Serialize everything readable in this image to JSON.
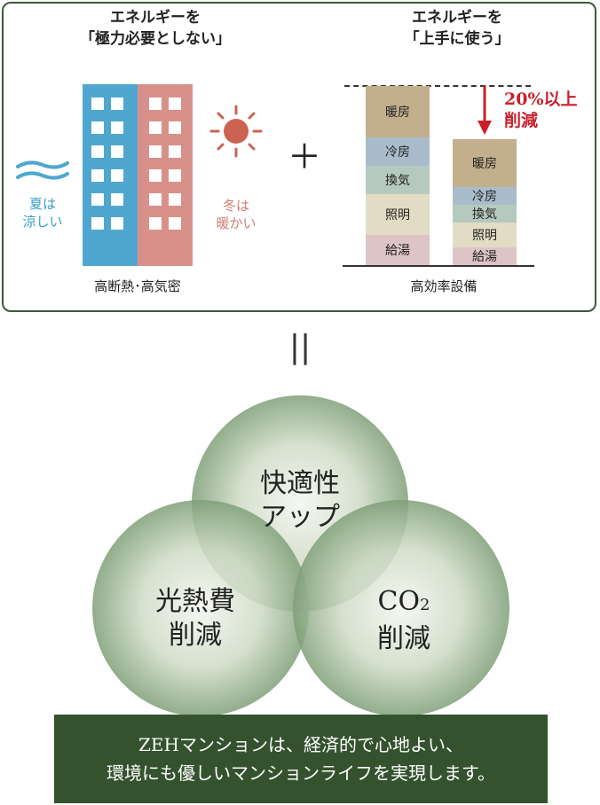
{
  "left": {
    "heading": [
      "エネルギーを",
      "「極力必要としない」"
    ],
    "caption": "高断熱･高気密",
    "summer": [
      "夏は",
      "涼しい"
    ],
    "winter": [
      "冬は",
      "暖かい"
    ],
    "colors": {
      "cool": "#4fa7cf",
      "warm": "#d8918a",
      "sun": "#cc6351"
    },
    "icons": [
      "building-icon",
      "wind-icon",
      "sun-icon"
    ]
  },
  "plus": "＋",
  "right": {
    "heading": [
      "エネルギーを",
      "「上手に使う」"
    ],
    "caption": "高効率設備",
    "reduction": [
      "20%以上",
      "削減"
    ],
    "before": [
      {
        "label": "暖房",
        "color": "#c3af8c"
      },
      {
        "label": "冷房",
        "color": "#a9bccb"
      },
      {
        "label": "換気",
        "color": "#b6c9bf"
      },
      {
        "label": "照明",
        "color": "#e1dcc3"
      },
      {
        "label": "給湯",
        "color": "#dfc4c7"
      }
    ],
    "after": [
      {
        "label": "暖房",
        "color": "#c3af8c"
      },
      {
        "label": "冷房",
        "color": "#a9bccb"
      },
      {
        "label": "換気",
        "color": "#b6c9bf"
      },
      {
        "label": "照明",
        "color": "#e1dcc3"
      },
      {
        "label": "給湯",
        "color": "#dfc4c7"
      }
    ]
  },
  "equals": "||",
  "circles": {
    "top": [
      "快適性",
      "アップ"
    ],
    "left": [
      "光熱費",
      "削減"
    ],
    "right": [
      "CO",
      "2",
      "削減"
    ]
  },
  "conclusion": [
    "ZEHマンションは、経済的で心地よい、",
    "環境にも優しいマンションライフを実現します。"
  ]
}
